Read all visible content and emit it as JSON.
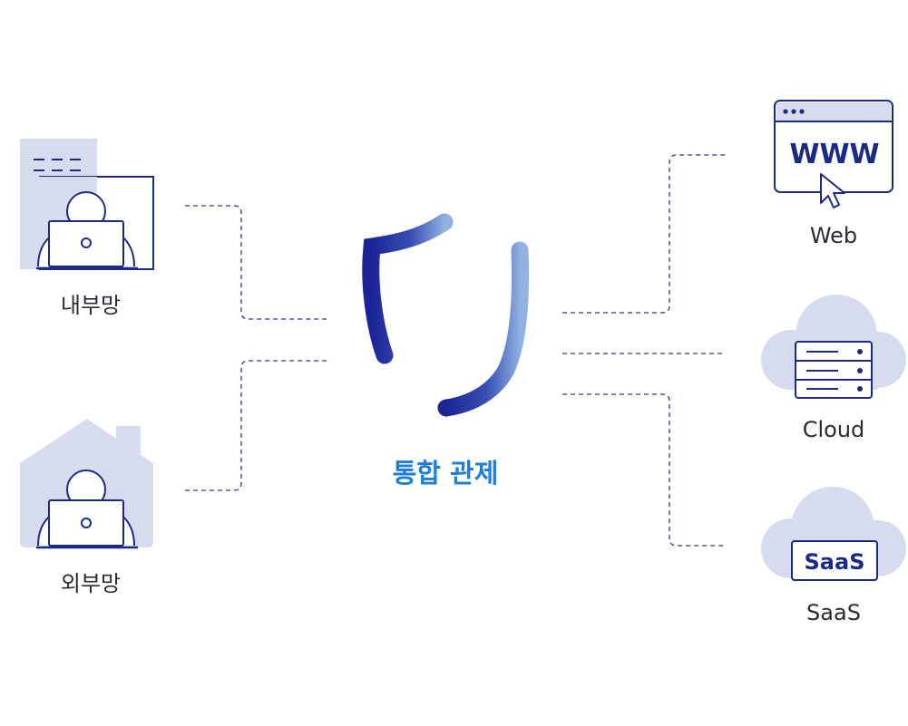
{
  "center": {
    "label": "통합 관제"
  },
  "left_nodes": [
    {
      "id": "internal",
      "label": "내부망"
    },
    {
      "id": "external",
      "label": "외부망"
    }
  ],
  "right_nodes": [
    {
      "id": "web",
      "label": "Web",
      "icon_text": "WWW"
    },
    {
      "id": "cloud",
      "label": "Cloud"
    },
    {
      "id": "saas",
      "label": "SaaS",
      "badge_text": "SaaS"
    }
  ],
  "colors": {
    "navy": "#1b2a86",
    "pale": "#d6dcee",
    "dash": "#2a3580",
    "accent": "#1f7fd8",
    "label": "#2b2b33"
  }
}
